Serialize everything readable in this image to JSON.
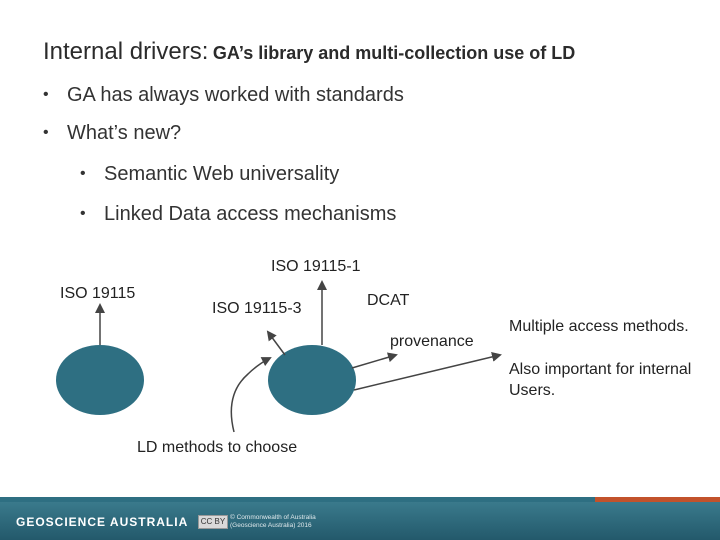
{
  "title": {
    "main": "Internal drivers:",
    "sub": "GA’s library and multi-collection use of LD"
  },
  "bullets": [
    {
      "text": "GA has always worked with standards",
      "level": 1
    },
    {
      "text": "What’s new?",
      "level": 1
    },
    {
      "text": "Semantic Web universality",
      "level": 2
    },
    {
      "text": "Linked Data access mechanisms",
      "level": 2
    }
  ],
  "diagram": {
    "labels": {
      "iso19115": "ISO 19115",
      "iso19115_1": "ISO 19115-1",
      "iso19115_3": "ISO 19115-3",
      "dcat": "DCAT",
      "provenance": "provenance",
      "ld_methods": "LD methods to choose"
    },
    "node_color": "#2e6f82"
  },
  "notes": {
    "multiple_access": "Multiple access methods.",
    "internal_users": "Also important for internal Users."
  },
  "footer": {
    "brand": "GEOSCIENCE AUSTRALIA",
    "license_badge": "CC BY",
    "copyright_line1": "© Commonwealth of Australia",
    "copyright_line2": "(Geoscience Australia) 2016",
    "colors": {
      "bar": "#2e6f82",
      "accent": "#c2522b"
    }
  }
}
